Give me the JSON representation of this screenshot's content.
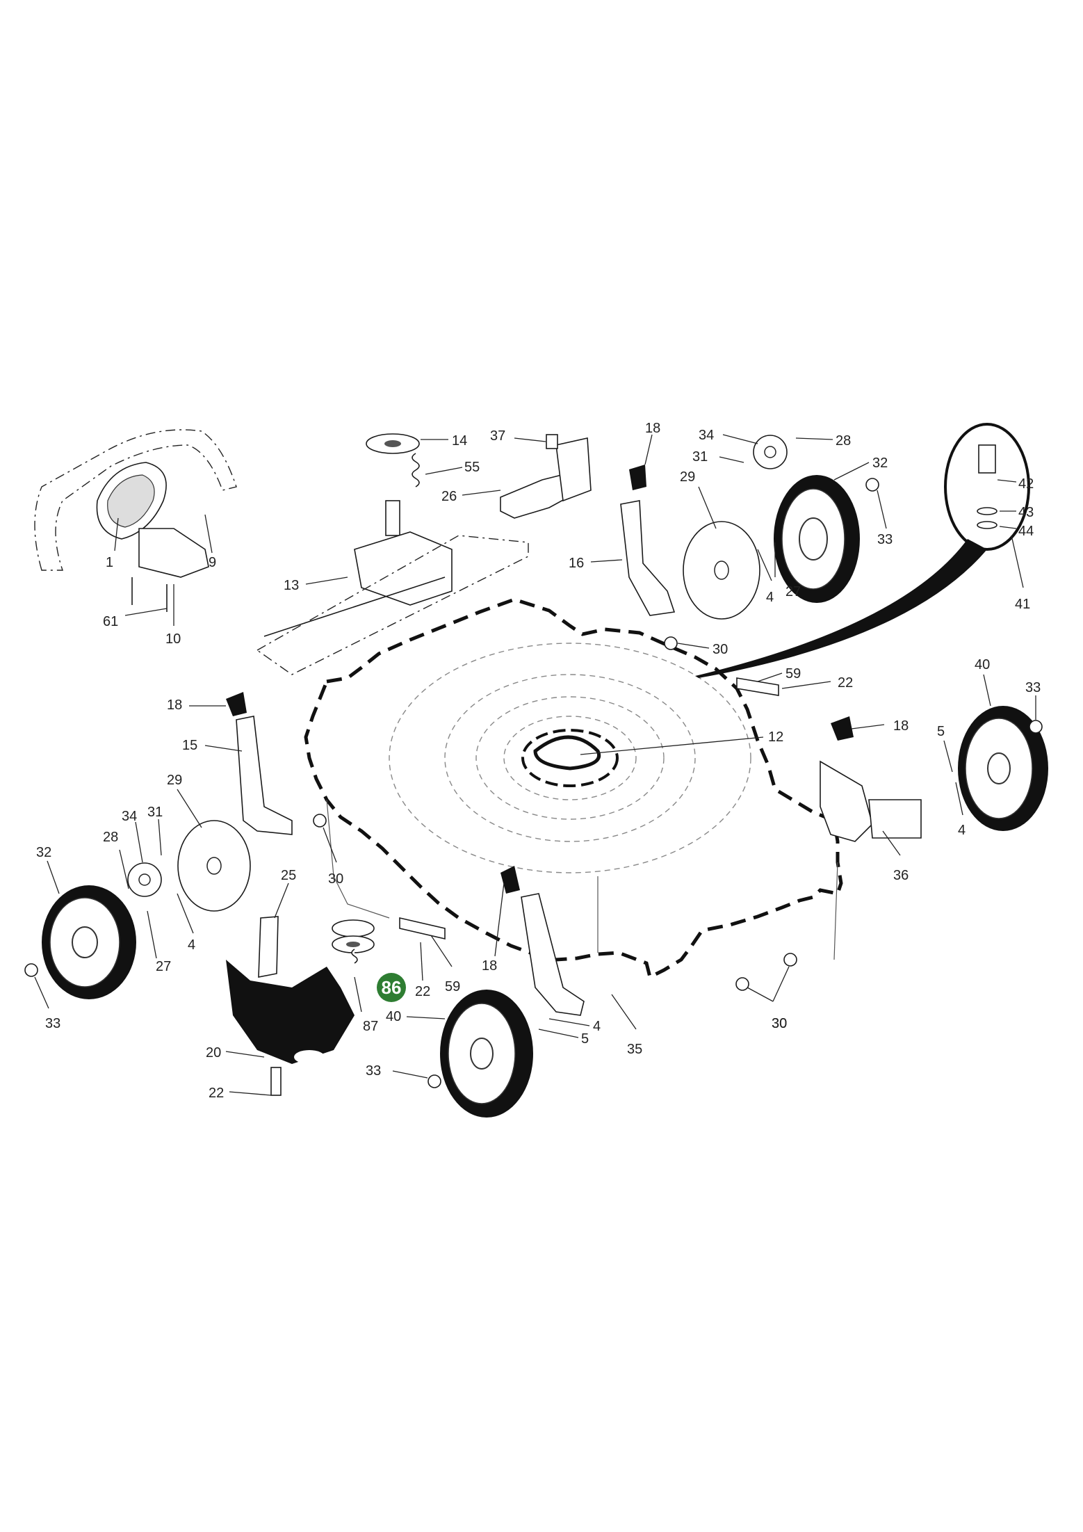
{
  "highlight": {
    "label": "86",
    "color": "#2e7d32"
  },
  "callouts": [
    "1",
    "9",
    "10",
    "61",
    "12",
    "13",
    "14",
    "55",
    "26",
    "37",
    "15",
    "16",
    "18",
    "18",
    "18",
    "18",
    "20",
    "22",
    "22",
    "22",
    "25",
    "27",
    "27",
    "28",
    "28",
    "29",
    "29",
    "30",
    "30",
    "30",
    "30",
    "31",
    "31",
    "32",
    "32",
    "33",
    "33",
    "33",
    "33",
    "34",
    "34",
    "35",
    "36",
    "40",
    "40",
    "4",
    "4",
    "4",
    "4",
    "5",
    "5",
    "41",
    "42",
    "43",
    "44",
    "59",
    "59",
    "87"
  ],
  "colors": {
    "line": "#222222",
    "tire": "#111111",
    "background": "#ffffff"
  }
}
